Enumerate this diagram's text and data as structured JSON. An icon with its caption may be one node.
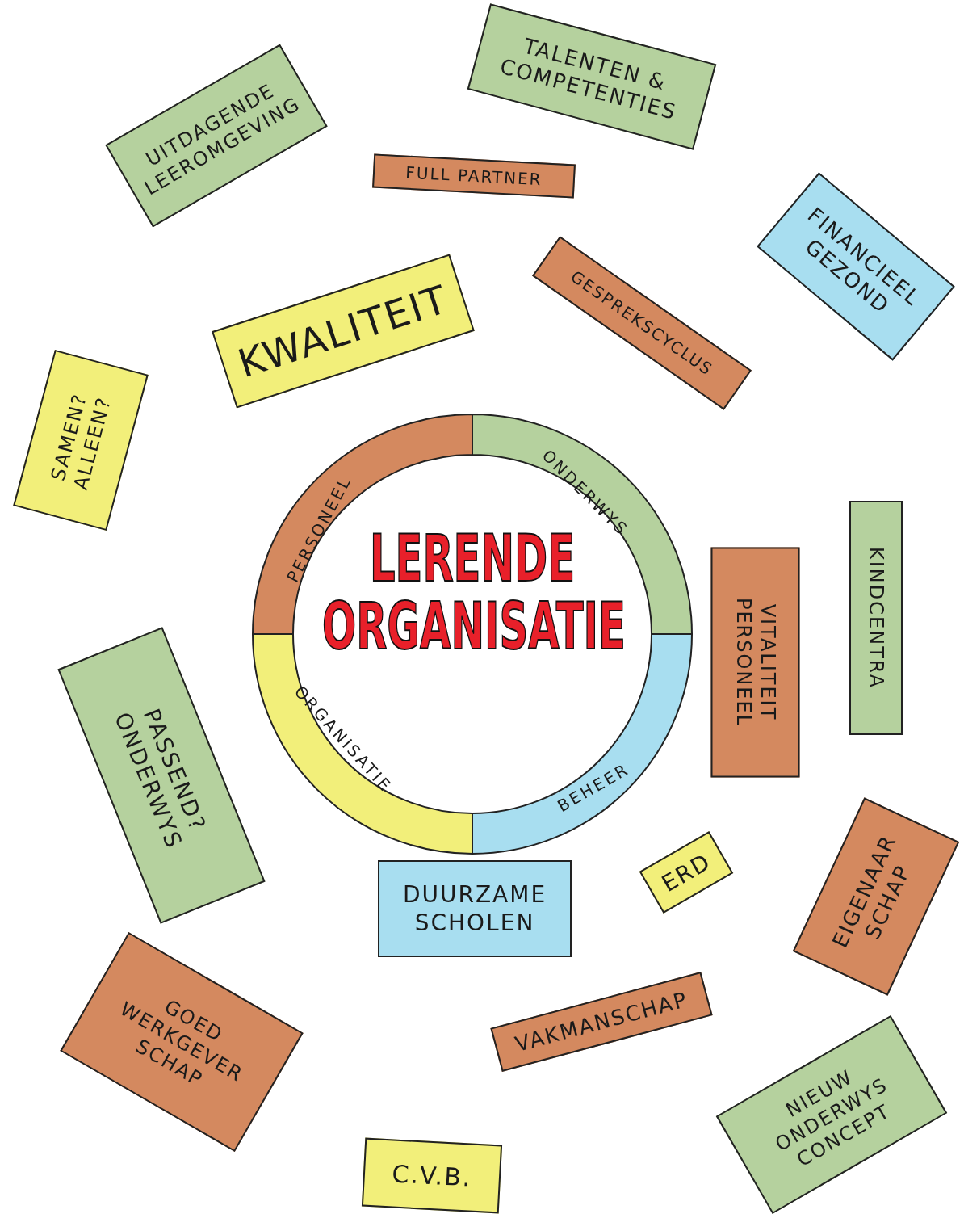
{
  "diagram": {
    "nodes": [
      {
        "text": [
          "UITDAGENDE LEEROMGEVING"
        ]
      },
      {
        "text": [
          "TALENTEN & COMPETENTIES"
        ]
      },
      {
        "text": [
          "FULL PARTNER"
        ]
      },
      {
        "text": [
          "FINANCIEEL GEZOND"
        ]
      },
      {
        "text": [
          "KWALITEIT"
        ]
      },
      {
        "text": [
          "GESPREKSCYCLUS"
        ]
      },
      {
        "text": [
          "SAMEN? ALLEEN?"
        ]
      },
      {
        "text": [
          "PERSONEEL"
        ]
      },
      {
        "text": [
          "ONDERWYS"
        ]
      },
      {
        "text": [
          "ORGANISATIE"
        ]
      },
      {
        "text": [
          "BEHEER"
        ]
      },
      {
        "text": [
          "VITALITEIT PERSONEEL"
        ]
      },
      {
        "text": [
          "KINDCENTRA"
        ]
      },
      {
        "text": [
          "PASSEND? ONDERWYS"
        ]
      },
      {
        "text": [
          "DUURZAME SCHOLEN"
        ]
      },
      {
        "text": [
          "ERD"
        ]
      },
      {
        "text": [
          "EIGENAAR SCHAP"
        ]
      },
      {
        "text": [
          "GOED WERKGEVER SCHAP"
        ]
      },
      {
        "text": [
          "VAKMANSCHAP"
        ]
      },
      {
        "text": [
          "NIEUW ONDERWYS CONCEPT"
        ]
      },
      {
        "text": [
          "C.V.B."
        ]
      }
    ],
    "labels": [
      "LERENDE ORGANISATIE"
    ]
  }
}
